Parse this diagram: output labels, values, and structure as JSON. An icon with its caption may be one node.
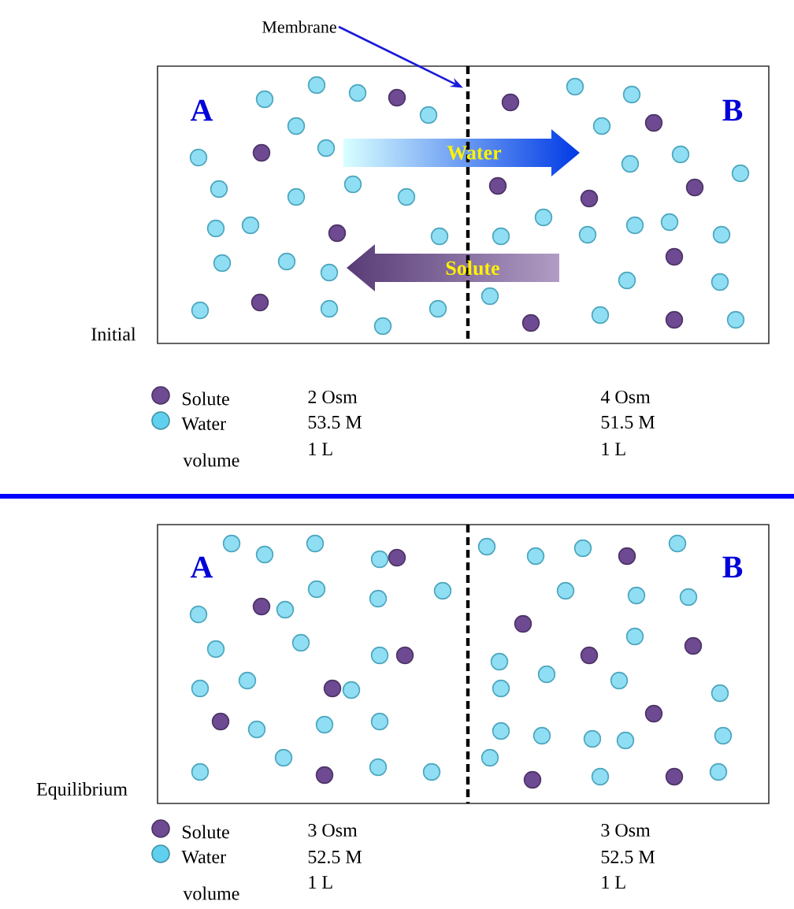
{
  "diagram": {
    "nodes": [
      {
        "text": [
          "Membrane"
        ]
      },
      {
        "text": [],
        "shape": "line"
      }
    ],
    "edges": [
      {
        "from": 0,
        "to": 1,
        "arrow": "to",
        "color": "#1a1adc"
      }
    ],
    "labels": [
      "A",
      "B",
      "Water",
      "Solute",
      "Initial",
      "2 Osm",
      "4 Osm",
      "53.5 M",
      "51.5 M",
      "volume",
      "1 L",
      "1 L",
      "A",
      "B",
      "Equilibrium",
      "3 Osm",
      "3 Osm",
      "52.5 M",
      "52.5 M",
      "volume",
      "1 L",
      "1 L"
    ],
    "legend": [
      {
        "text": "Solute",
        "color": "#6e4a93"
      },
      {
        "text": "Water",
        "color": "#5fd0ee"
      },
      {
        "text": "Solute",
        "color": "#6e4a93"
      },
      {
        "text": "Water",
        "color": "#5fd0ee"
      }
    ]
  }
}
